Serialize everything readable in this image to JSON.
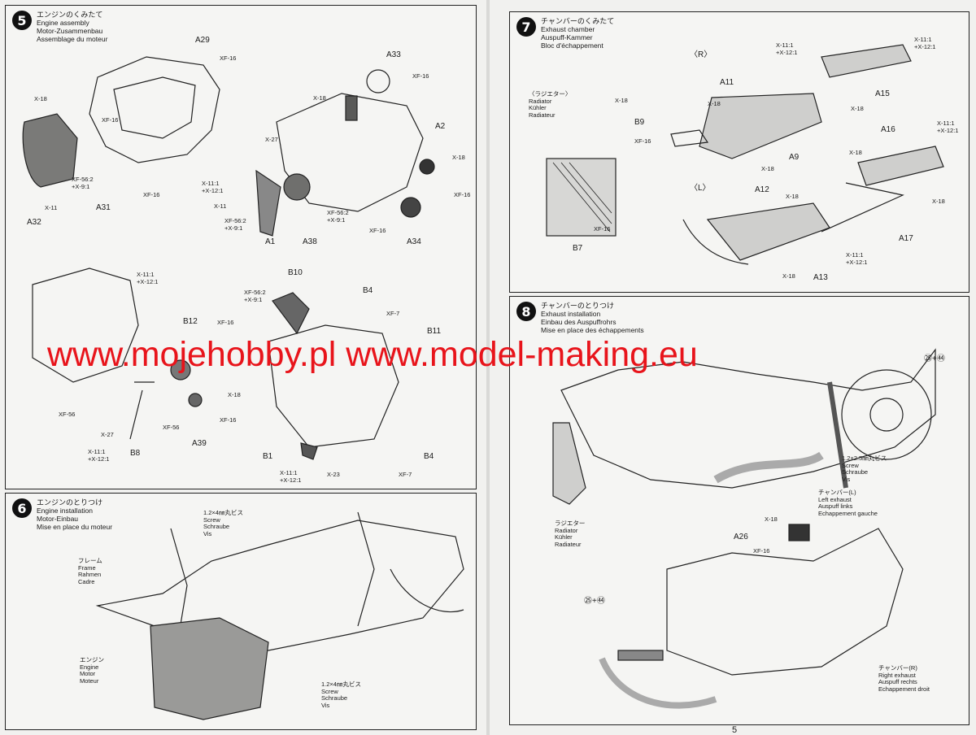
{
  "steps": {
    "s5": {
      "num": "5",
      "jp": "エンジンのくみたて",
      "en": "Engine assembly",
      "de": "Motor-Zusammenbau",
      "fr": "Assemblage du moteur",
      "parts": [
        "A29",
        "A33",
        "A2",
        "A31",
        "A32",
        "A1",
        "A38",
        "A34",
        "B10",
        "B4",
        "B12",
        "B11",
        "A39",
        "B8",
        "B1",
        "B4"
      ],
      "callouts": {
        "xf16": "XF-16",
        "x18": "X-18",
        "x27": "X-27",
        "x11": "X-11",
        "x23": "X-23",
        "xf7": "XF-7",
        "xf56": "XF-56",
        "xf562_x91": "XF-56:2\n+X-9:1",
        "x111_x121": "X-11:1\n+X-12:1"
      }
    },
    "s6": {
      "num": "6",
      "jp": "エンジンのとりつけ",
      "en": "Engine installation",
      "de": "Motor-Einbau",
      "fr": "Mise en place du moteur",
      "screw": "1.2×4㎜丸ビス\nScrew\nSchraube\nVis",
      "frame": "フレーム\nFrame\nRahmen\nCadre",
      "engine": "エンジン\nEngine\nMotor\nMoteur"
    },
    "s7": {
      "num": "7",
      "jp": "チャンバーのくみたて",
      "en": "Exhaust chamber",
      "de": "Auspuff-Kammer",
      "fr": "Bloc d'échappement",
      "r": "〈R〉",
      "l": "〈L〉",
      "radiator": "〈ラジエター〉\nRadiator\nKühler\nRadiateur",
      "parts": [
        "A11",
        "A15",
        "A9",
        "A16",
        "A12",
        "A17",
        "A13",
        "B9",
        "B7"
      ]
    },
    "s8": {
      "num": "8",
      "jp": "チャンバーのとりつけ",
      "en": "Exhaust installation",
      "de": "Einbau des Auspuffrohrs",
      "fr": "Mise en place des échappements",
      "ref": "㉕+㊹",
      "screw": "1.2×2.5㎜丸ビス\nScrew\nSchraube\nVis",
      "left": "チャンバー(L)\nLeft exhaust\nAuspuff links\nEchappement gauche",
      "right": "チャンバー(R)\nRight exhaust\nAuspuff rechts\nEchappement droit",
      "radiator": "ラジエター\nRadiator\nKühler\nRadiateur",
      "part": "A26"
    }
  },
  "watermark": "www.mojehobby.pl www.model-making.eu",
  "page_number": "5"
}
